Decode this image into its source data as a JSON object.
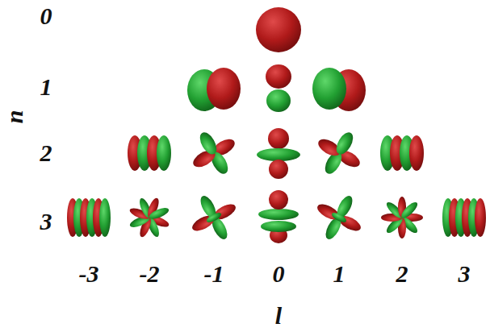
{
  "diagram": {
    "labels": [
      "0",
      "1",
      "2",
      "3",
      "n",
      "-3",
      "-2",
      "-1",
      "0",
      "1",
      "2",
      "3",
      "l"
    ]
  }
}
